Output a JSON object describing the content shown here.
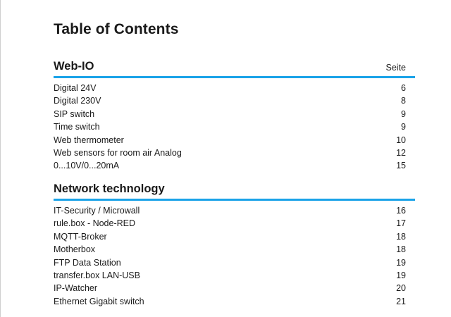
{
  "title": "Table of Contents",
  "sections": [
    {
      "title": "Web-IO",
      "page_label": "Seite",
      "entries": [
        {
          "label": "Digital 24V",
          "page": "6"
        },
        {
          "label": "Digital 230V",
          "page": "8"
        },
        {
          "label": "SIP switch",
          "page": "9"
        },
        {
          "label": "Time switch",
          "page": "9"
        },
        {
          "label": "Web thermometer",
          "page": "10"
        },
        {
          "label": "Web sensors for room air Analog",
          "page": "12"
        },
        {
          "label": "0...10V/0...20mA",
          "page": "15"
        }
      ]
    },
    {
      "title": "Network technology",
      "page_label": "",
      "entries": [
        {
          "label": "IT-Security / Microwall",
          "page": "16"
        },
        {
          "label": "rule.box - Node-RED",
          "page": "17"
        },
        {
          "label": "MQTT-Broker",
          "page": "18"
        },
        {
          "label": "Motherbox",
          "page": "18"
        },
        {
          "label": "FTP Data Station",
          "page": "19"
        },
        {
          "label": "transfer.box LAN-USB",
          "page": "19"
        },
        {
          "label": "IP-Watcher",
          "page": "20"
        },
        {
          "label": "Ethernet Gigabit switch",
          "page": "21"
        }
      ]
    }
  ],
  "colors": {
    "accent_rule": "#1aa3e8",
    "text": "#1a1a1a"
  }
}
